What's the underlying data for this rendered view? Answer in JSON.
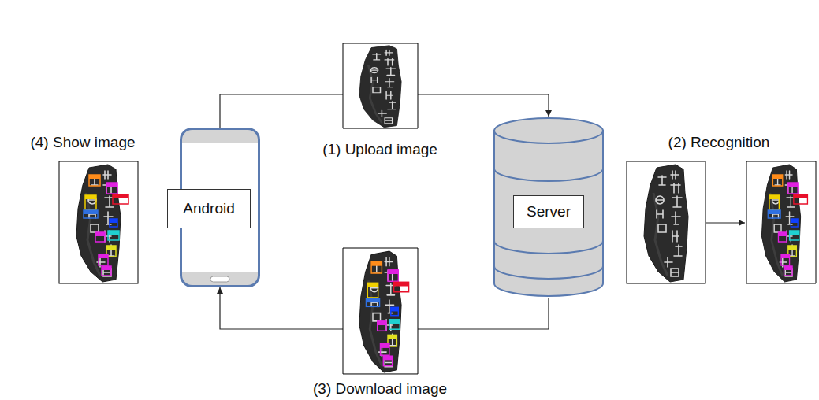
{
  "diagram": {
    "nodes": [
      {
        "text": [
          "Android"
        ]
      },
      {
        "text": [
          "Server"
        ]
      }
    ],
    "edges": [
      {
        "from": 0,
        "to": 1,
        "arrow": "to"
      },
      {
        "from": 1,
        "to": 0,
        "arrow": "to"
      }
    ],
    "labels": [
      "(4) Show image",
      "(1) Upload image",
      "(2) Recognition",
      "(3) Download image"
    ]
  }
}
